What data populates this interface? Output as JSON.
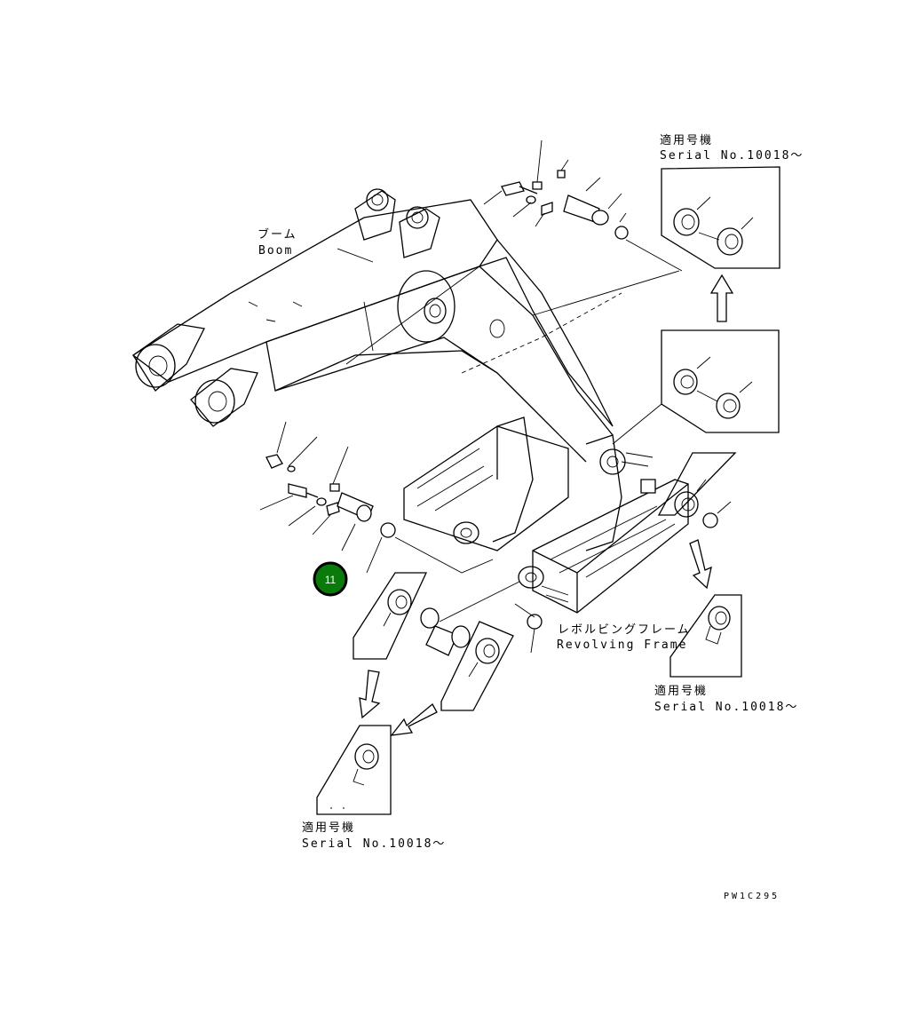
{
  "figure": {
    "drawing_code": "PW1C295",
    "colors": {
      "line": "#000000",
      "callout_fill": "#0a7a0a",
      "callout_ring": "#000000",
      "callout_text": "#ffffff"
    }
  },
  "labels": {
    "boom_jp": "ブーム",
    "boom_en": "Boom",
    "frame_jp": "レボルビングフレーム",
    "frame_en": "Revolving Frame"
  },
  "serial_notes": [
    {
      "jp": "適用号機",
      "en": "Serial No.10018～"
    },
    {
      "jp": "適用号機",
      "en": "Serial No.10018～"
    },
    {
      "jp": "適用号機",
      "en": "Serial No.10018～"
    }
  ],
  "callout": {
    "number": "11",
    "color": "#0a7a0a"
  }
}
